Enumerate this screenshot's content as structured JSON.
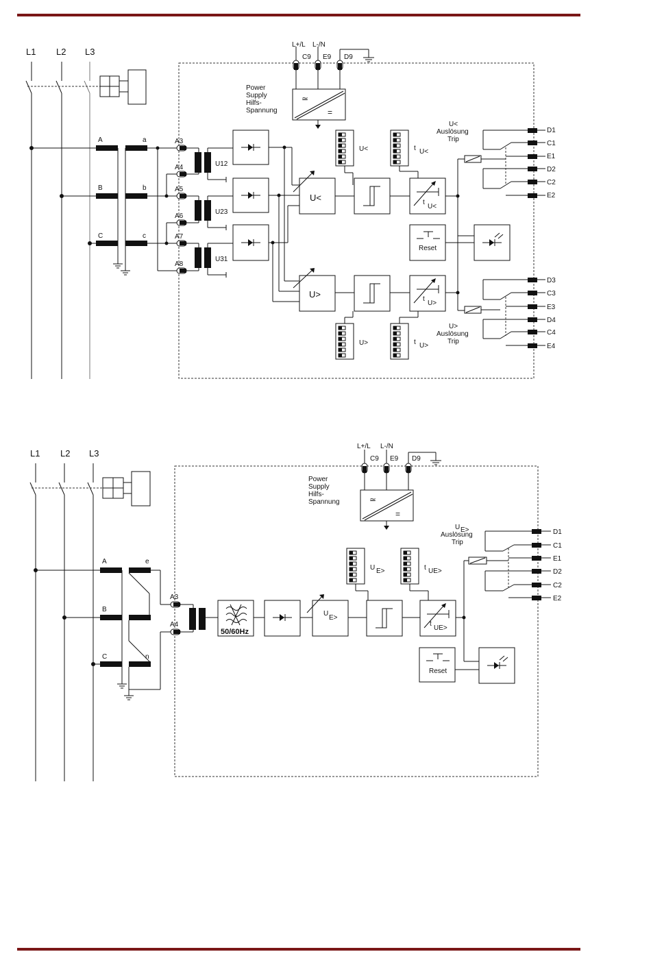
{
  "colors": {
    "rule": "#7a1717",
    "ink": "#111111"
  },
  "diagram1": {
    "phases": [
      "L1",
      "L2",
      "L3"
    ],
    "inputs": [
      "A",
      "B",
      "C"
    ],
    "outputs": [
      "a",
      "b",
      "c"
    ],
    "terminals": [
      "A3",
      "A4",
      "A5",
      "A6",
      "A7",
      "A8"
    ],
    "transformers": [
      "U12",
      "U23",
      "U31"
    ],
    "supply": {
      "lplus": "L+/L",
      "lminus": "L-/N",
      "c9": "C9",
      "e9": "E9",
      "d9": "D9",
      "label1": "Power",
      "label2": "Supply",
      "label3": "Hilfs-",
      "label4": "Spannung",
      "ac": "≃",
      "dc": "="
    },
    "under": {
      "block": "U<",
      "dip": "U<",
      "tdip_t": "t",
      "tdip_s": "U<",
      "timer_t": "t",
      "timer_s": "U<",
      "trip1": "U<",
      "trip2": "Auslösung",
      "trip3": "Trip"
    },
    "over": {
      "block": "U>",
      "dip": "U>",
      "tdip_t": "t",
      "tdip_s": "U>",
      "timer_t": "t",
      "timer_s": "U>",
      "trip1": "U>",
      "trip2": "Auslösung",
      "trip3": "Trip"
    },
    "reset": "Reset",
    "contacts_top": [
      "D1",
      "C1",
      "E1",
      "D2",
      "C2",
      "E2"
    ],
    "contacts_bottom": [
      "D3",
      "C3",
      "E3",
      "D4",
      "C4",
      "E4"
    ]
  },
  "diagram2": {
    "phases": [
      "L1",
      "L2",
      "L3"
    ],
    "inputs": [
      "A",
      "B",
      "C"
    ],
    "outputs": [
      "e",
      "n"
    ],
    "terminals": [
      "A3",
      "A4"
    ],
    "filter": "50/60Hz",
    "supply": {
      "lplus": "L+/L",
      "lminus": "L-/N",
      "c9": "C9",
      "e9": "E9",
      "d9": "D9",
      "label1": "Power",
      "label2": "Supply",
      "label3": "Hilfs-",
      "label4": "Spannung",
      "ac": "≃",
      "dc": "="
    },
    "block_u": "U",
    "block_s": "E>",
    "dip_u": "U",
    "dip_s": "E>",
    "tdip_t": "t",
    "tdip_s": "UE>",
    "timer_t": "t",
    "timer_s": "UE>",
    "trip_u": "U",
    "trip_s": "E>",
    "trip2": "Auslösung",
    "trip3": "Trip",
    "reset": "Reset",
    "contacts": [
      "D1",
      "C1",
      "E1",
      "D2",
      "C2",
      "E2"
    ]
  }
}
